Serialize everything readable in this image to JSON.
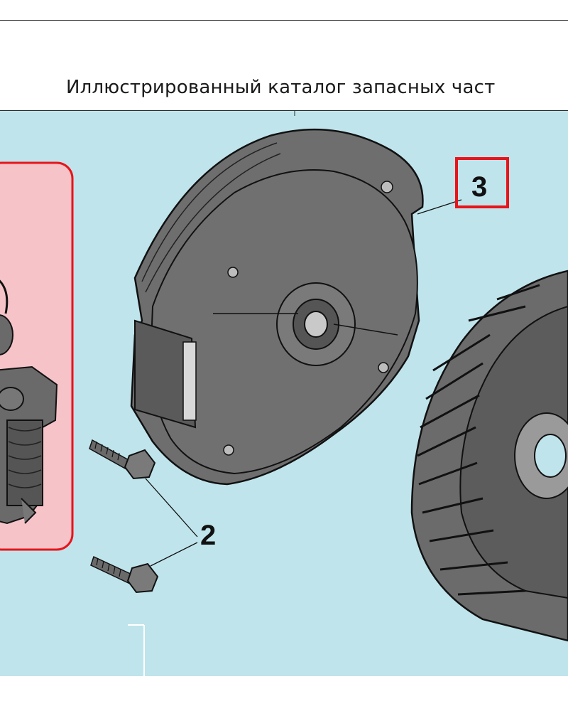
{
  "header": {
    "title": "Иллюстрированный каталог запасных част"
  },
  "figure": {
    "callouts": [
      {
        "label": "3",
        "highlighted": true
      },
      {
        "label": "2",
        "highlighted": false
      }
    ],
    "colors": {
      "background": "#bfe4ec",
      "part_fill": "#6e6e6e",
      "part_dark": "#3a3a3a",
      "outline": "#111111",
      "highlight_panel": "#f5c3c8",
      "highlight_border": "#e8141a"
    }
  }
}
